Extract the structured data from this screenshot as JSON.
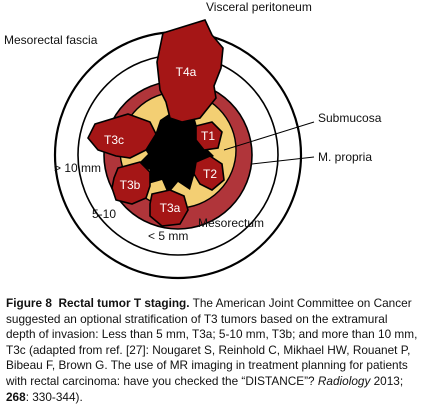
{
  "diagram": {
    "labels": {
      "visceral_peritoneum": "Visceral peritoneum",
      "mesorectal_fascia": "Mesorectal fascia",
      "submucosa": "Submucosa",
      "m_propria": "M. propria",
      "mesorectum": "Mesorectum",
      "gt10": "> 10 mm",
      "range5_10": "5-10",
      "lt5": "< 5 mm"
    },
    "tumors": {
      "t4a": "T4a",
      "t3c": "T3c",
      "t3b": "T3b",
      "t3a": "T3a",
      "t1": "T1",
      "t2": "T2"
    },
    "colors": {
      "tumor": "#a51616",
      "m_propria": "#b0353a",
      "submucosa": "#f3cf73",
      "lumen": "#000000",
      "fascia_ring": "#ffffff"
    }
  },
  "caption": {
    "figure_label": "Figure 8",
    "title": "Rectal tumor T staging.",
    "text1": "The American Joint Committee on Cancer suggested an optional stratification of T3 tumors based on the extramural depth of invasion: Less than 5 mm, T3a; 5-10 mm, T3b; and more than 10 mm, T3c (adapted from ref. [27]: Nougaret S, Reinhold C, Mikhael HW, Rouanet P, Bibeau F, Brown G. The use of MR imaging in treatment planning for patients with rectal carcinoma: have you checked the “DISTANCE”?",
    "journal": "Radiology",
    "year_text": " 2013; ",
    "volume": "268",
    "pages": ": 330-344)."
  }
}
